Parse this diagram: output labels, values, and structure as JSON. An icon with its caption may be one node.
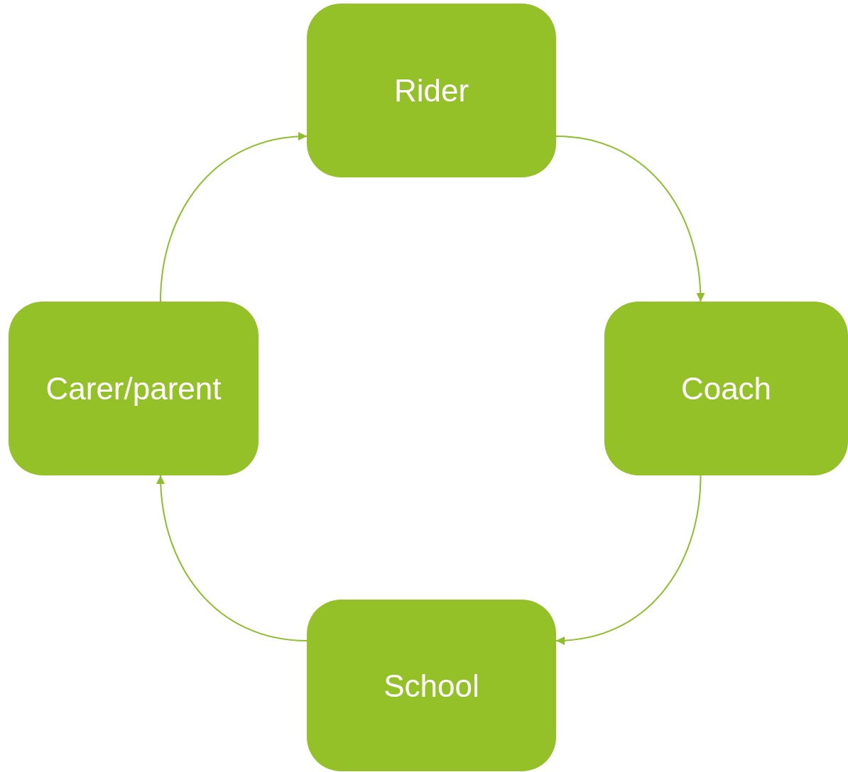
{
  "diagram": {
    "nodes": [
      {
        "text": [
          "Rider"
        ]
      },
      {
        "text": [
          "Coach"
        ]
      },
      {
        "text": [
          "School"
        ]
      },
      {
        "text": [
          "Carer/parent"
        ]
      }
    ],
    "edges": [
      {
        "from": 0,
        "to": 1,
        "arrow": "to"
      },
      {
        "from": 1,
        "to": 2,
        "arrow": "to"
      },
      {
        "from": 2,
        "to": 3,
        "arrow": "to"
      },
      {
        "from": 3,
        "to": 0,
        "arrow": "to"
      }
    ]
  }
}
